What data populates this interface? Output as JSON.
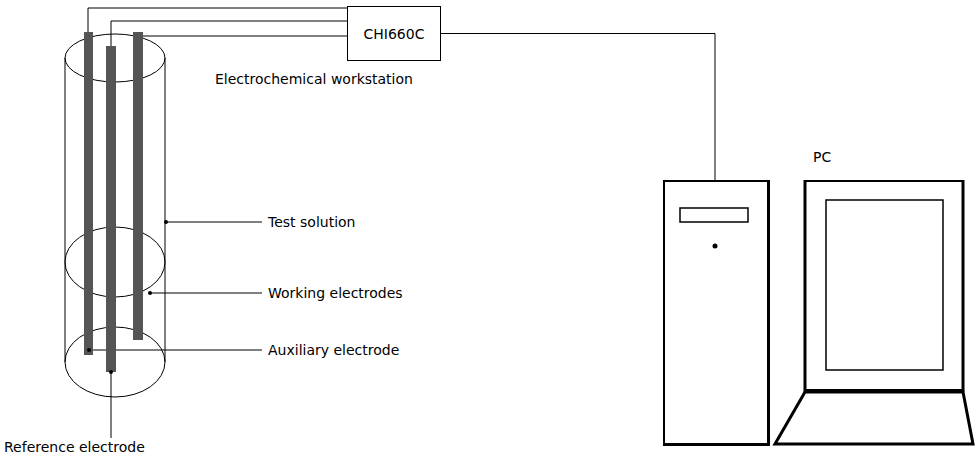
{
  "diagram": {
    "nodes": [
      {
        "text": [
          "CHI660C"
        ]
      },
      {
        "text": [
          "PC"
        ]
      }
    ],
    "edges": [
      {
        "from": 0,
        "to": 1,
        "arrow": "none"
      }
    ],
    "labels": [
      "Electrochemical workstation",
      "Test solution",
      "Working electrodes",
      "Auxiliary electrode",
      "Reference electrode"
    ]
  }
}
